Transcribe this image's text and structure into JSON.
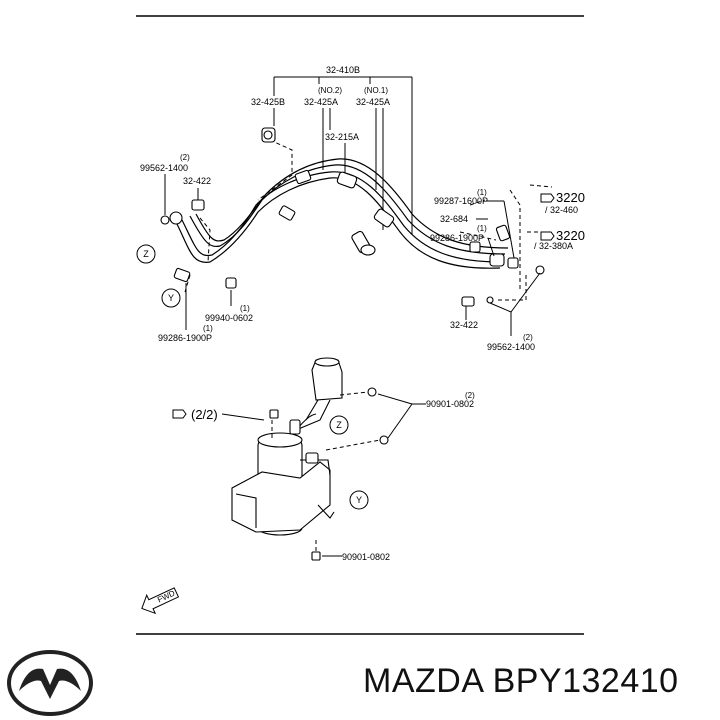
{
  "diagram": {
    "labels": {
      "assy_main": "32-410B",
      "part_425b": "32-425B",
      "note_no2": "(NO.2)",
      "part_425a_no2": "32-425A",
      "note_no1": "(NO.1)",
      "part_425a_no1": "32-425A",
      "part_215a": "32-215A",
      "bolt_left_qty": "(2)",
      "bolt_left_num": "99562-1400",
      "part_422_left": "32-422",
      "ref_3220_top": "3220",
      "ref_32460": "/ 32-460",
      "ref_3220_mid": "3220",
      "ref_32380a": "/ 32-380A",
      "bolt_1600_qty": "(1)",
      "bolt_1600_num": "99287-1600P",
      "part_684": "32-684",
      "bolt_1900_r_qty": "(1)",
      "bolt_1900_r_num": "99286-1900P",
      "nut_0602_qty": "(1)",
      "nut_0602_num": "99940-0602",
      "bolt_1900_l_qty": "(1)",
      "bolt_1900_l_num": "99286-1900P",
      "part_422_right": "32-422",
      "bolt_right_qty": "(2)",
      "bolt_right_num": "99562-1400",
      "ref_page": "(2/2)",
      "bolt_0802_qty": "(2)",
      "bolt_0802_num": "90901-0802",
      "bolt_0802_bottom": "90901-0802",
      "callout_z": "Z",
      "callout_y": "Y",
      "fwd": "FWD"
    }
  },
  "footer": {
    "brand_part": "MAZDA BPY132410"
  },
  "logo": {
    "icon": "mazda-logo-icon"
  }
}
